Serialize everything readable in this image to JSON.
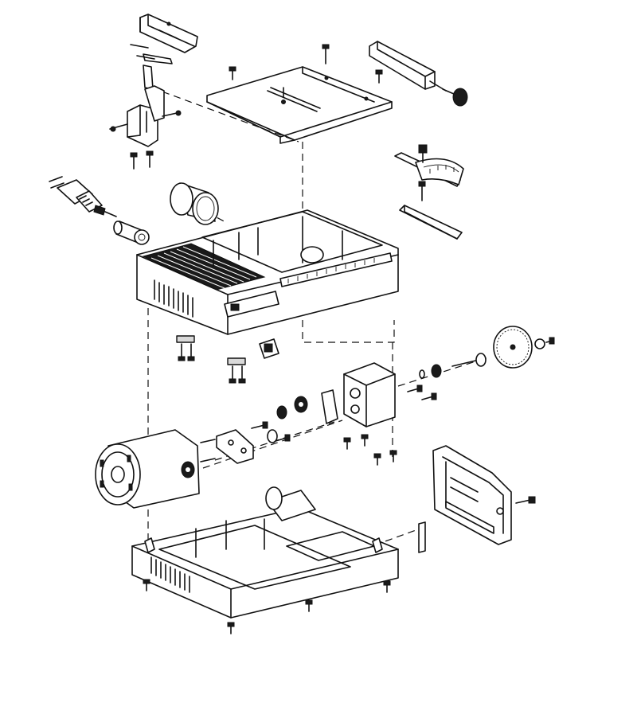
{
  "diagram": {
    "colors": {
      "line": "#111111",
      "background": "#ffffff",
      "fill_dark": "#1a1a1a",
      "fill_mid": "#d9d9d9"
    },
    "parts": [
      "rip-fence-clamp",
      "riving-knife-guard",
      "table-top",
      "rip-fence",
      "miter-gauge",
      "power-cord",
      "dust-port-adapter",
      "upper-housing",
      "saw-blade",
      "arbor-gearbox",
      "motor",
      "base-housing",
      "side-cover"
    ]
  }
}
